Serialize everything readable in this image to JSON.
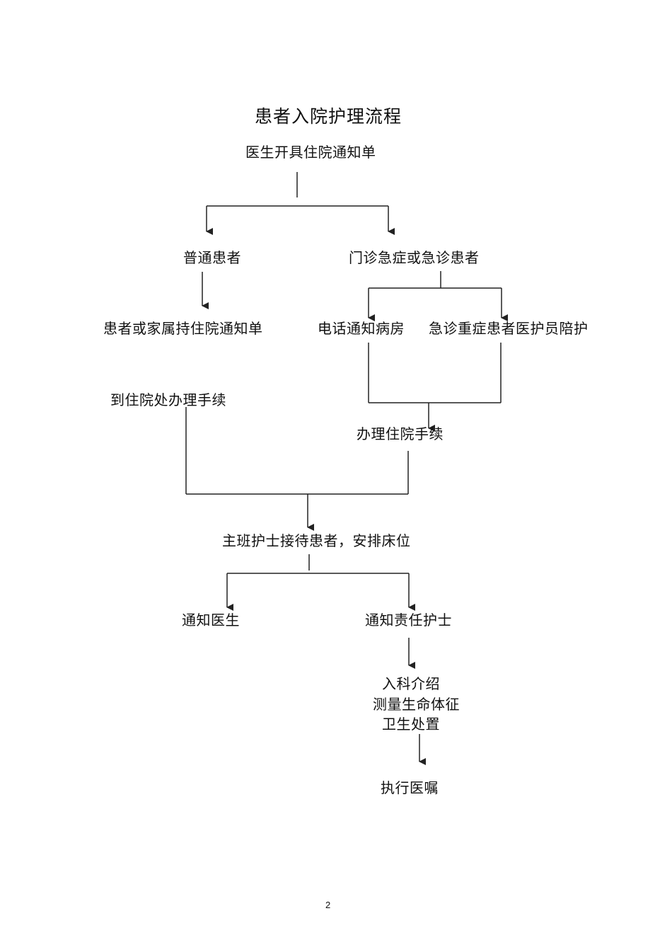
{
  "title": "患者入院护理流程",
  "nodes": {
    "start": "医生开具住院通知单",
    "regular_patient": "普通患者",
    "emergency_patient": "门诊急症或急诊患者",
    "family_holds_notice": "患者或家属持住院通知单",
    "phone_ward": "电话通知病房",
    "escort": "急诊重症患者医护员陪护",
    "admission_office": "到住院处办理手续",
    "admission_procedures": "办理住院手续",
    "head_nurse": "主班护士接待患者，安排床位",
    "notify_doctor": "通知医生",
    "notify_nurse": "通知责任护士",
    "intro": "入科介绍",
    "vitals": "测量生命体征",
    "hygiene": "卫生处置",
    "orders": "执行医嘱"
  },
  "page_number": "2",
  "colors": {
    "text": "#111111",
    "line": "#222222",
    "background": "#ffffff"
  }
}
